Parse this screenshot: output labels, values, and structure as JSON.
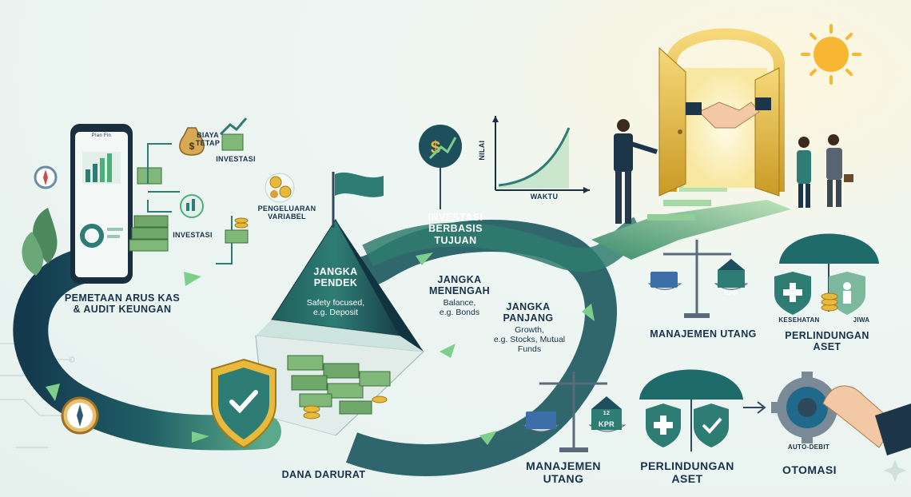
{
  "labels": {
    "biaya_tetap": "BIAYA\nTETAP",
    "investasi_top": "INVESTASI",
    "investasi_left": "INVESTASI",
    "pengeluaran_variabel": "PENGELUARAN\nVARIABEL",
    "pemetaan": "PEMETAAN ARUS KAS\n& AUDIT KEUNGAN",
    "phone_app": "Plan Fin",
    "jangka_pendek_title": "JANGKA\nPENDEK",
    "jangka_pendek_desc": "Safety focused,\ne.g. Deposit",
    "investasi_berbasis": "INVESTASI\nBERBASIS\nTUJUAN",
    "jangka_menengah_title": "JANGKA\nMENENGAH",
    "jangka_menengah_desc": "Balance,\ne.g. Bonds",
    "jangka_panjang_title": "JANGKA\nPANJANG",
    "jangka_panjang_desc": "Growth,\ne.g. Stocks, Mutual\nFunds",
    "dana_darurat": "DANA DARURAT",
    "manajemen_utang_bottom": "MANAJEMEN\nUTANG",
    "perlindungan_aset_bottom": "PERLINDUNGAN\nASET",
    "otomasi": "OTOMASI",
    "auto_debit": "AUTO-DEBIT",
    "nilai": "NILAI",
    "waktu": "WAKTU",
    "manajemen_utang_right": "MANAJEMEN UTANG",
    "perlindungan_aset_right": "PERLINDUNGAN\nASET",
    "kesehatan": "KESEHATAN",
    "jiwa": "JIWA",
    "kpr_right": "KPR",
    "kpr_bottom": "KPR",
    "kpr_bottom_num": "12"
  },
  "colors": {
    "navy": "#17324a",
    "teal_dark": "#1d4f5c",
    "teal": "#2e7d74",
    "green": "#4caf7a",
    "gold": "#e8b93a",
    "cash": "#6fa86a"
  },
  "icons": [
    "smartphone-icon",
    "compass-icon",
    "money-bag-icon",
    "growth-chart-icon",
    "coins-icon",
    "pyramid-icon",
    "flag-icon",
    "shield-icon",
    "dollar-growth-icon",
    "line-chart-icon",
    "scale-icon",
    "umbrella-icon",
    "gear-icon",
    "door-icon",
    "sun-icon",
    "handshake-icon",
    "person-icon"
  ]
}
